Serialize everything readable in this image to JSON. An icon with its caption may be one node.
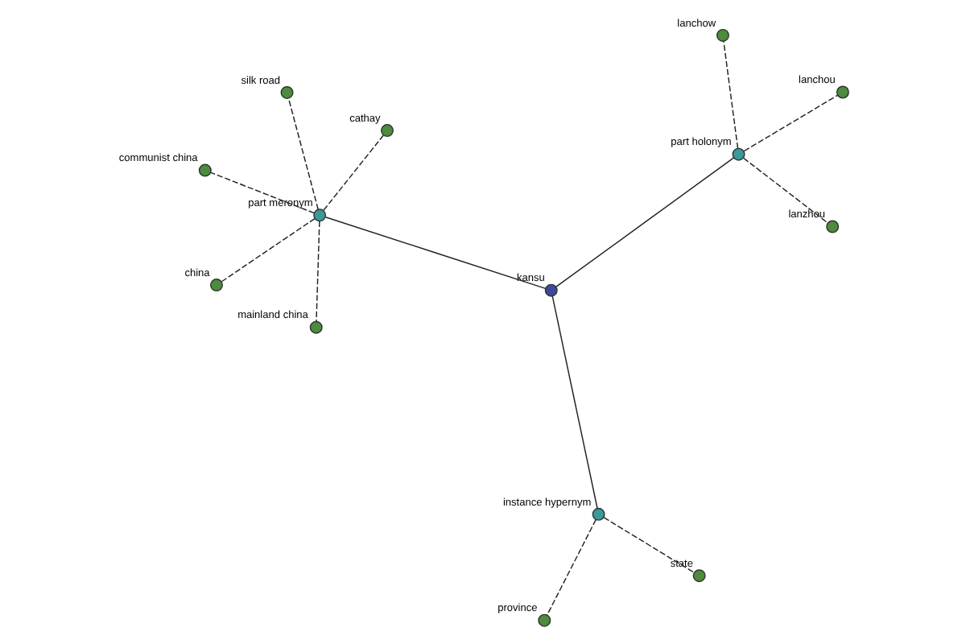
{
  "diagram": {
    "nodes": [
      {
        "text": [
          "kansu"
        ]
      },
      {
        "text": [
          "part meronym"
        ]
      },
      {
        "text": [
          "instance hypernym"
        ]
      },
      {
        "text": [
          "part holonym"
        ]
      },
      {
        "text": [
          "silk road"
        ]
      },
      {
        "text": [
          "mainland china"
        ]
      },
      {
        "text": [
          "cathay"
        ]
      },
      {
        "text": [
          "communist china"
        ]
      },
      {
        "text": [
          "china"
        ]
      },
      {
        "text": [
          "province"
        ]
      },
      {
        "text": [
          "state"
        ]
      },
      {
        "text": [
          "lanchow"
        ]
      },
      {
        "text": [
          "lanzhou"
        ]
      },
      {
        "text": [
          "lanchou"
        ]
      }
    ],
    "edges": [
      {
        "from": 0,
        "to": 1,
        "arrow": "none"
      },
      {
        "from": 0,
        "to": 2,
        "arrow": "none"
      },
      {
        "from": 0,
        "to": 3,
        "arrow": "none"
      },
      {
        "from": 1,
        "to": 4,
        "arrow": "none",
        "style": "dashed"
      },
      {
        "from": 1,
        "to": 5,
        "arrow": "none",
        "style": "dashed"
      },
      {
        "from": 1,
        "to": 6,
        "arrow": "none",
        "style": "dashed"
      },
      {
        "from": 1,
        "to": 7,
        "arrow": "none",
        "style": "dashed"
      },
      {
        "from": 1,
        "to": 8,
        "arrow": "none",
        "style": "dashed"
      },
      {
        "from": 2,
        "to": 9,
        "arrow": "none",
        "style": "dashed"
      },
      {
        "from": 2,
        "to": 10,
        "arrow": "none",
        "style": "dashed"
      },
      {
        "from": 3,
        "to": 11,
        "arrow": "none",
        "style": "dashed"
      },
      {
        "from": 3,
        "to": 12,
        "arrow": "none",
        "style": "dashed"
      },
      {
        "from": 3,
        "to": 13,
        "arrow": "none",
        "style": "dashed"
      }
    ]
  }
}
